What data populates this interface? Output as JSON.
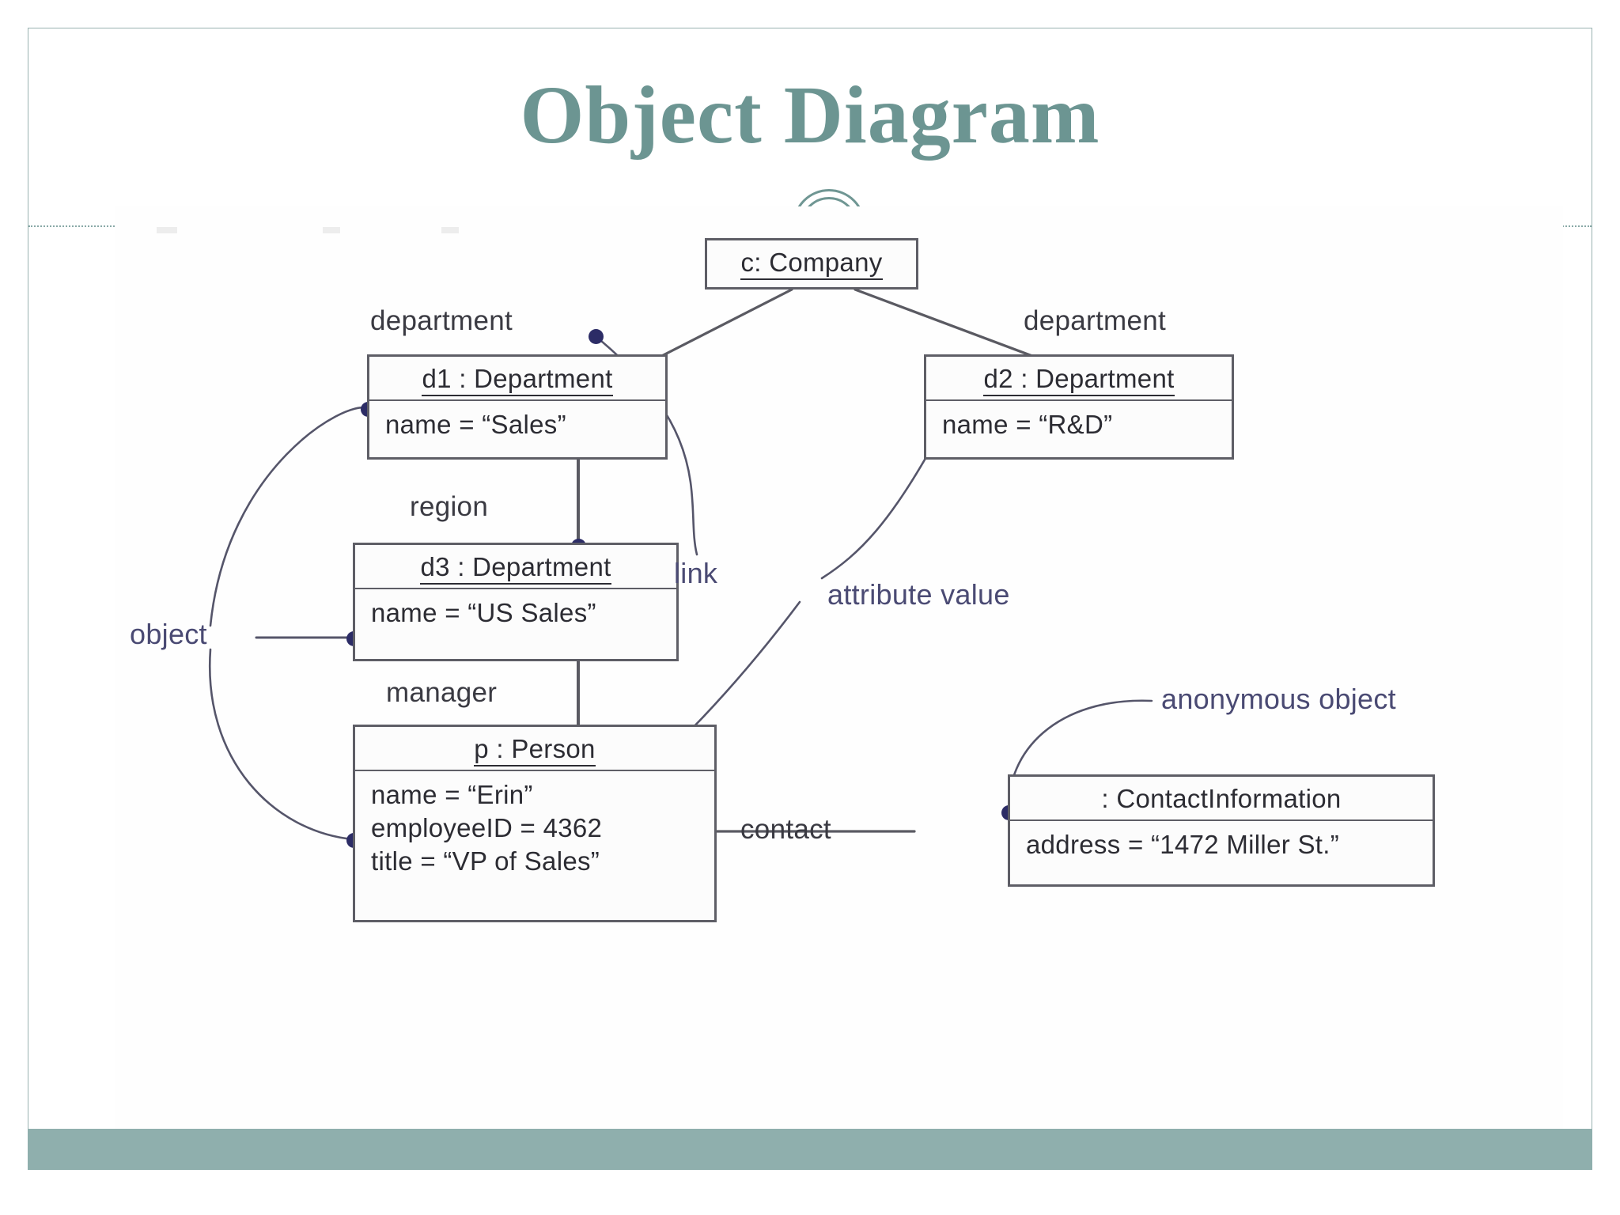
{
  "slide": {
    "title": "Object Diagram",
    "accent_color": "#6c9592",
    "bottom_bar_color": "#8fafad",
    "divider_color": "#89a9a7",
    "annotation_color": "#4a4a73",
    "box_border_color": "#5e5e66"
  },
  "diagram": {
    "type": "uml-object-diagram",
    "objects": [
      {
        "id": "company",
        "header": "c: Company",
        "anonymous": false,
        "attributes": []
      },
      {
        "id": "d1",
        "header": "d1 : Department",
        "anonymous": false,
        "attributes": [
          "name = “Sales”"
        ]
      },
      {
        "id": "d2",
        "header": "d2 : Department",
        "anonymous": false,
        "attributes": [
          "name = “R&D”"
        ]
      },
      {
        "id": "d3",
        "header": "d3 : Department",
        "anonymous": false,
        "attributes": [
          "name = “US Sales”"
        ]
      },
      {
        "id": "person",
        "header": "p : Person",
        "anonymous": false,
        "attributes": [
          "name = “Erin”",
          "employeeID = 4362",
          "title = “VP of Sales”"
        ]
      },
      {
        "id": "contact",
        "header": ": ContactInformation",
        "anonymous": true,
        "attributes": [
          "address = “1472 Miller St.”"
        ]
      }
    ],
    "link_roles": [
      {
        "id": "department-left",
        "label": "department"
      },
      {
        "id": "department-right",
        "label": "department"
      },
      {
        "id": "region",
        "label": "region"
      },
      {
        "id": "manager",
        "label": "manager"
      },
      {
        "id": "contact-role",
        "label": "contact"
      }
    ],
    "annotations": [
      {
        "id": "object",
        "label": "object"
      },
      {
        "id": "link",
        "label": "link"
      },
      {
        "id": "attribute-value",
        "label": "attribute value"
      },
      {
        "id": "anonymous-object",
        "label": "anonymous object"
      }
    ]
  }
}
